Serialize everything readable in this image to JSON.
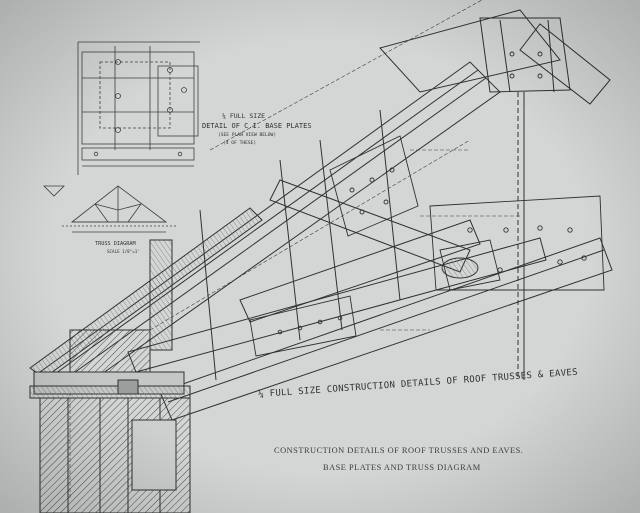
{
  "sheet": {
    "caption_line1": "CONSTRUCTION DETAILS OF ROOF TRUSSES AND EAVES.",
    "caption_line2": "BASE PLATES AND TRUSS DIAGRAM",
    "main_title": "¼ FULL SIZE CONSTRUCTION DETAILS OF ROOF TRUSSES & EAVES",
    "base_plate_title_line1": "¼ FULL SIZE",
    "base_plate_title_line2": "DETAIL OF C.I. BASE PLATES",
    "base_plate_note_line1": "(SEE PLAN VIEW BELOW)",
    "base_plate_note_line2": "(4 OF THESE)",
    "truss_diagram_title": "TRUSS DIAGRAM",
    "truss_diagram_scale": "SCALE 1/8\"=1'"
  },
  "colors": {
    "paper": "#cfd2d0",
    "ink": "#2e3230",
    "hatch": "#5a5e5c"
  }
}
